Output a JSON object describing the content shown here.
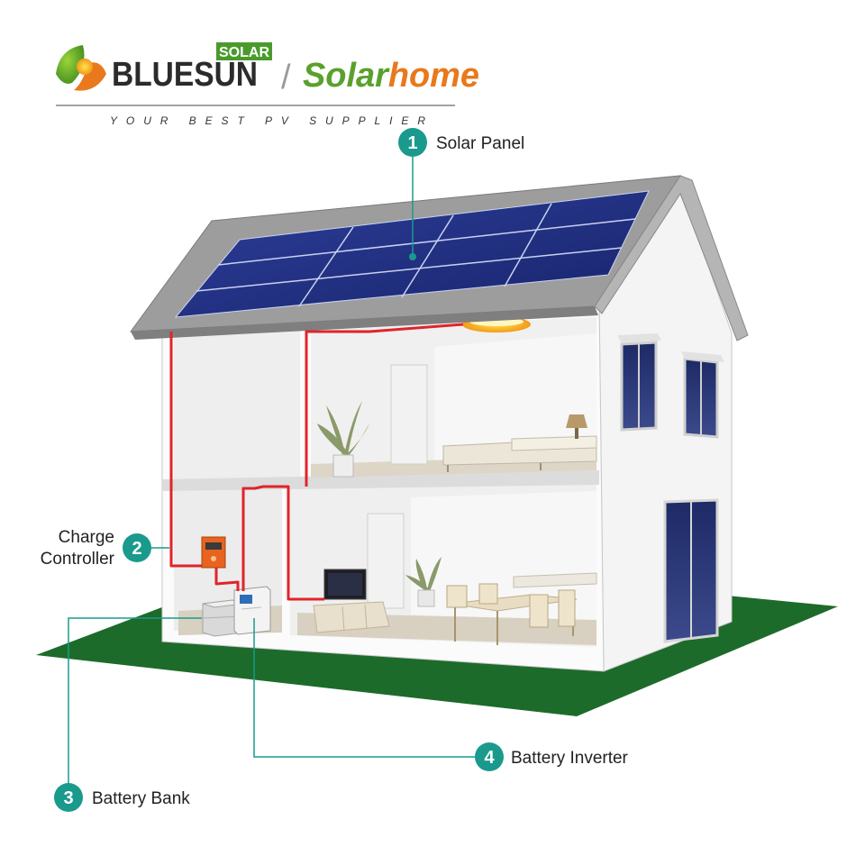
{
  "brand": {
    "name": "BLUESUN",
    "badge": "SOLAR",
    "separator": "/",
    "product_part1": "Solar",
    "product_part2": "home",
    "tagline": "YOUR BEST PV SUPPLIER"
  },
  "colors": {
    "brand_dark": "#2b2b2b",
    "badge_green": "#4a9a2c",
    "solar_green": "#5aa12c",
    "home_orange": "#e8791c",
    "tag_teal": "#1a9a8c",
    "wire_red": "#e0242a",
    "panel_blue": "#1e2f86",
    "grass_green": "#1d6b2a",
    "house_white": "#fafafa",
    "roof_gray": "#8d8d8d"
  },
  "callouts": [
    {
      "number": "1",
      "label": "Solar Panel"
    },
    {
      "number": "2",
      "label_line1": "Charge",
      "label_line2": "Controller"
    },
    {
      "number": "3",
      "label": "Battery Bank"
    },
    {
      "number": "4",
      "label": "Battery Inverter"
    }
  ]
}
